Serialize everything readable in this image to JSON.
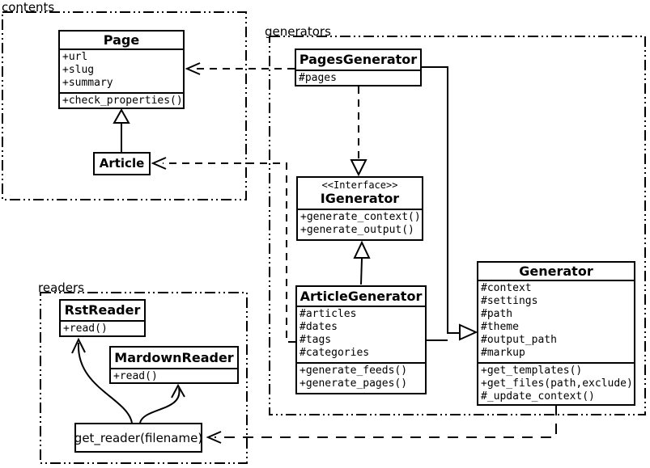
{
  "packages": {
    "contents": {
      "label": "contents"
    },
    "generators": {
      "label": "generators"
    },
    "readers": {
      "label": "readers"
    }
  },
  "classes": {
    "page": {
      "title": "Page",
      "attrs": [
        "+url",
        "+slug",
        "+summary"
      ],
      "methods": [
        "+check_properties()"
      ]
    },
    "article": {
      "title": "Article"
    },
    "pages_generator": {
      "title": "PagesGenerator",
      "attrs": [
        "#pages"
      ]
    },
    "igenerator": {
      "stereotype": "<<Interface>>",
      "title": "IGenerator",
      "methods": [
        "+generate_context()",
        "+generate_output()"
      ]
    },
    "article_generator": {
      "title": "ArticleGenerator",
      "attrs": [
        "#articles",
        "#dates",
        "#tags",
        "#categories"
      ],
      "methods": [
        "+generate_feeds()",
        "+generate_pages()"
      ]
    },
    "generator": {
      "title": "Generator",
      "attrs": [
        "#context",
        "#settings",
        "#path",
        "#theme",
        "#output_path",
        "#markup"
      ],
      "methods": [
        "+get_templates()",
        "+get_files(path,exclude)",
        "#_update_context()"
      ]
    },
    "rst_reader": {
      "title": "RstReader",
      "methods": [
        "+read()"
      ]
    },
    "mardown_reader": {
      "title": "MardownReader",
      "methods": [
        "+read()"
      ]
    },
    "get_reader": {
      "label": "get_reader(filename)"
    }
  },
  "relationships": [
    {
      "type": "inheritance",
      "from": "Article",
      "to": "Page",
      "line": "solid",
      "head": "hollow-triangle"
    },
    {
      "type": "dependency",
      "from": "PagesGenerator",
      "to": "Page",
      "line": "dashed",
      "head": "open-arrow"
    },
    {
      "type": "dependency",
      "from": "ArticleGenerator",
      "to": "Article",
      "line": "dashed",
      "head": "open-arrow"
    },
    {
      "type": "realization",
      "from": "PagesGenerator",
      "to": "IGenerator",
      "line": "dashed",
      "head": "hollow-triangle"
    },
    {
      "type": "inheritance",
      "from": "ArticleGenerator",
      "to": "IGenerator",
      "line": "solid",
      "head": "hollow-triangle"
    },
    {
      "type": "inheritance",
      "from": "PagesGenerator",
      "to": "Generator",
      "line": "solid",
      "head": "hollow-triangle"
    },
    {
      "type": "inheritance",
      "from": "ArticleGenerator",
      "to": "Generator",
      "line": "solid",
      "head": "hollow-triangle"
    },
    {
      "type": "dependency",
      "from": "Generator",
      "to": "get_reader(filename)",
      "line": "dashed",
      "head": "open-arrow"
    },
    {
      "type": "call",
      "from": "get_reader(filename)",
      "to": "RstReader",
      "line": "solid-curved",
      "head": "open-arrow"
    },
    {
      "type": "call",
      "from": "get_reader(filename)",
      "to": "MardownReader",
      "line": "solid-curved",
      "head": "open-arrow"
    }
  ],
  "colors": {
    "line": "#000000",
    "background": "#ffffff"
  }
}
